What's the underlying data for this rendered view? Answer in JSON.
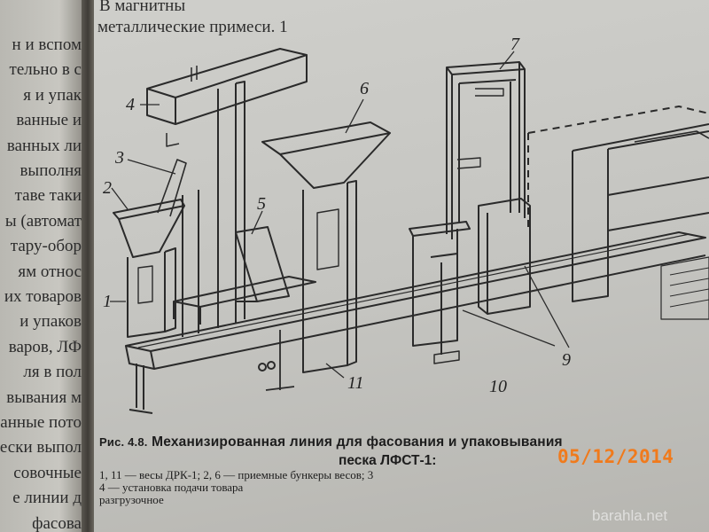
{
  "left_page": {
    "lines": [
      "н и вспом",
      "тельно в с",
      "я и упак",
      "ванные и",
      "ванных ли",
      "выполня",
      "таве таки",
      "ы (автомат",
      "тару-обор",
      "ям относ",
      "их товаров",
      "и упаков",
      "варов, ЛФ",
      "ля в пол",
      "вывания м",
      "анные пото",
      "ески выпол",
      "совочные",
      "е линии д",
      "фасова"
    ]
  },
  "right_page": {
    "top_lines": [
      "В магнитны",
      "металлические примеси. 1"
    ],
    "figure_labels": [
      "1",
      "2",
      "3",
      "4",
      "5",
      "6",
      "7",
      "9",
      "10",
      "11"
    ],
    "caption": {
      "prefix": "Рис. 4.8.",
      "title_line1": "Механизированная линия для фасования и упаковывания",
      "title_line2": "песка ЛФСТ-1:",
      "legend_line1": "1, 11 — весы ДРК-1; 2, 6 — приемные бункеры весов; 3",
      "legend_line2": "4 — установка подачи товара",
      "legend_line3": "разгрузочное"
    }
  },
  "date_stamp": "05/12/2014",
  "watermark": "barahla.net",
  "colors": {
    "stamp": "#f07a1c",
    "ink": "#2b2b2b",
    "paper": "#c9c9c5"
  }
}
